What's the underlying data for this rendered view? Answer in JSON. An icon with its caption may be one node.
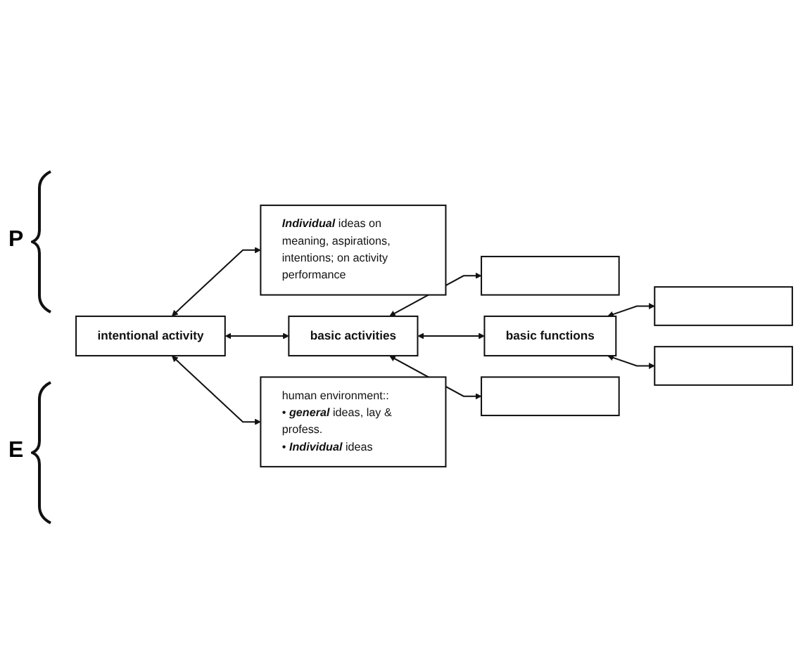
{
  "diagram": {
    "nodes": [
      {
        "text": [
          "**Individual** ideas on meaning, aspirations, intentions; on activity performance"
        ]
      },
      {
        "text": [],
        "shape": "box"
      },
      {
        "text": [],
        "shape": "box"
      },
      {
        "text": [
          "intentional activity"
        ]
      },
      {
        "text": [
          "basic activities"
        ]
      },
      {
        "text": [
          "basic functions"
        ]
      },
      {
        "text": [],
        "shape": "box"
      },
      {
        "text": [],
        "shape": "box"
      },
      {
        "text": [
          "human environment::",
          "• **general** ideas, lay & profess.",
          "• **Individual** ideas"
        ]
      }
    ],
    "edges": [
      {
        "from": 3,
        "to": 0,
        "arrow": "both"
      },
      {
        "from": 4,
        "to": 1,
        "arrow": "both"
      },
      {
        "from": 5,
        "to": 2,
        "arrow": "both"
      },
      {
        "from": 3,
        "to": 4,
        "arrow": "both"
      },
      {
        "from": 4,
        "to": 5,
        "arrow": "both"
      },
      {
        "from": 5,
        "to": 6,
        "arrow": "both"
      },
      {
        "from": 4,
        "to": 7,
        "arrow": "both"
      },
      {
        "from": 3,
        "to": 8,
        "arrow": "both"
      }
    ],
    "labels": [
      "P",
      "E"
    ]
  }
}
